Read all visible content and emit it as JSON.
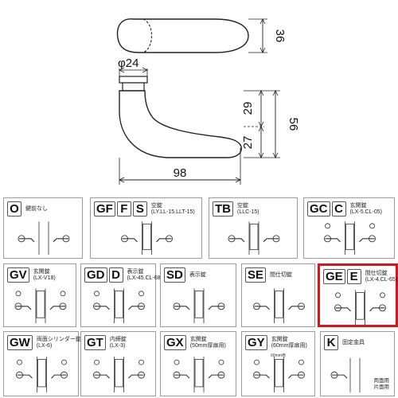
{
  "dimensions": {
    "grip_height": "36",
    "rose_diameter": "φ24",
    "lever_length": "98",
    "lever_height": "56",
    "upper_height": "29",
    "lower_height": "27"
  },
  "panels": [
    {
      "codes": [
        "O"
      ],
      "title": "鍵前なし",
      "subtitle": ""
    },
    {
      "codes": [
        "GF",
        "F",
        "S"
      ],
      "title": "空錠",
      "subtitle": "(LY.LL-15.LLT-15)"
    },
    {
      "codes": [
        "TB"
      ],
      "title": "空錠",
      "subtitle": "(LLC-15)"
    },
    {
      "codes": [
        "GC",
        "C"
      ],
      "title": "玄関錠",
      "subtitle": "(LX-5.CL-05)"
    },
    {
      "codes": [
        "GV"
      ],
      "title": "玄関錠",
      "subtitle": "(LX-V18)"
    },
    {
      "codes": [
        "GD",
        "D"
      ],
      "title": "表示錠",
      "subtitle": "(LX-45.CL-68)"
    },
    {
      "codes": [
        "SD"
      ],
      "title": "表示錠",
      "subtitle": ""
    },
    {
      "codes": [
        "SE"
      ],
      "title": "間仕切錠",
      "subtitle": ""
    },
    {
      "codes": [
        "GE",
        "E"
      ],
      "title": "間仕切錠",
      "subtitle": "(LX-4.CL-65)"
    },
    {
      "codes": [
        "GW"
      ],
      "title": "両面シリンダー錠",
      "subtitle": "(LX-6)"
    },
    {
      "codes": [
        "GT"
      ],
      "title": "内締錠",
      "subtitle": "(LX-3)"
    },
    {
      "codes": [
        "GX"
      ],
      "title": "玄関錠",
      "subtitle": "(50mm厚扉用)"
    },
    {
      "codes": [
        "GY"
      ],
      "title": "玄関錠",
      "subtitle": "(60mm厚扉用)"
    },
    {
      "codes": [
        "K"
      ],
      "title": "固定金具",
      "subtitle": ""
    }
  ],
  "k_note": {
    "line1": "両面用",
    "line2": "片面用"
  },
  "gy_mark": "60mm用",
  "highlight_color": "#d8141c"
}
